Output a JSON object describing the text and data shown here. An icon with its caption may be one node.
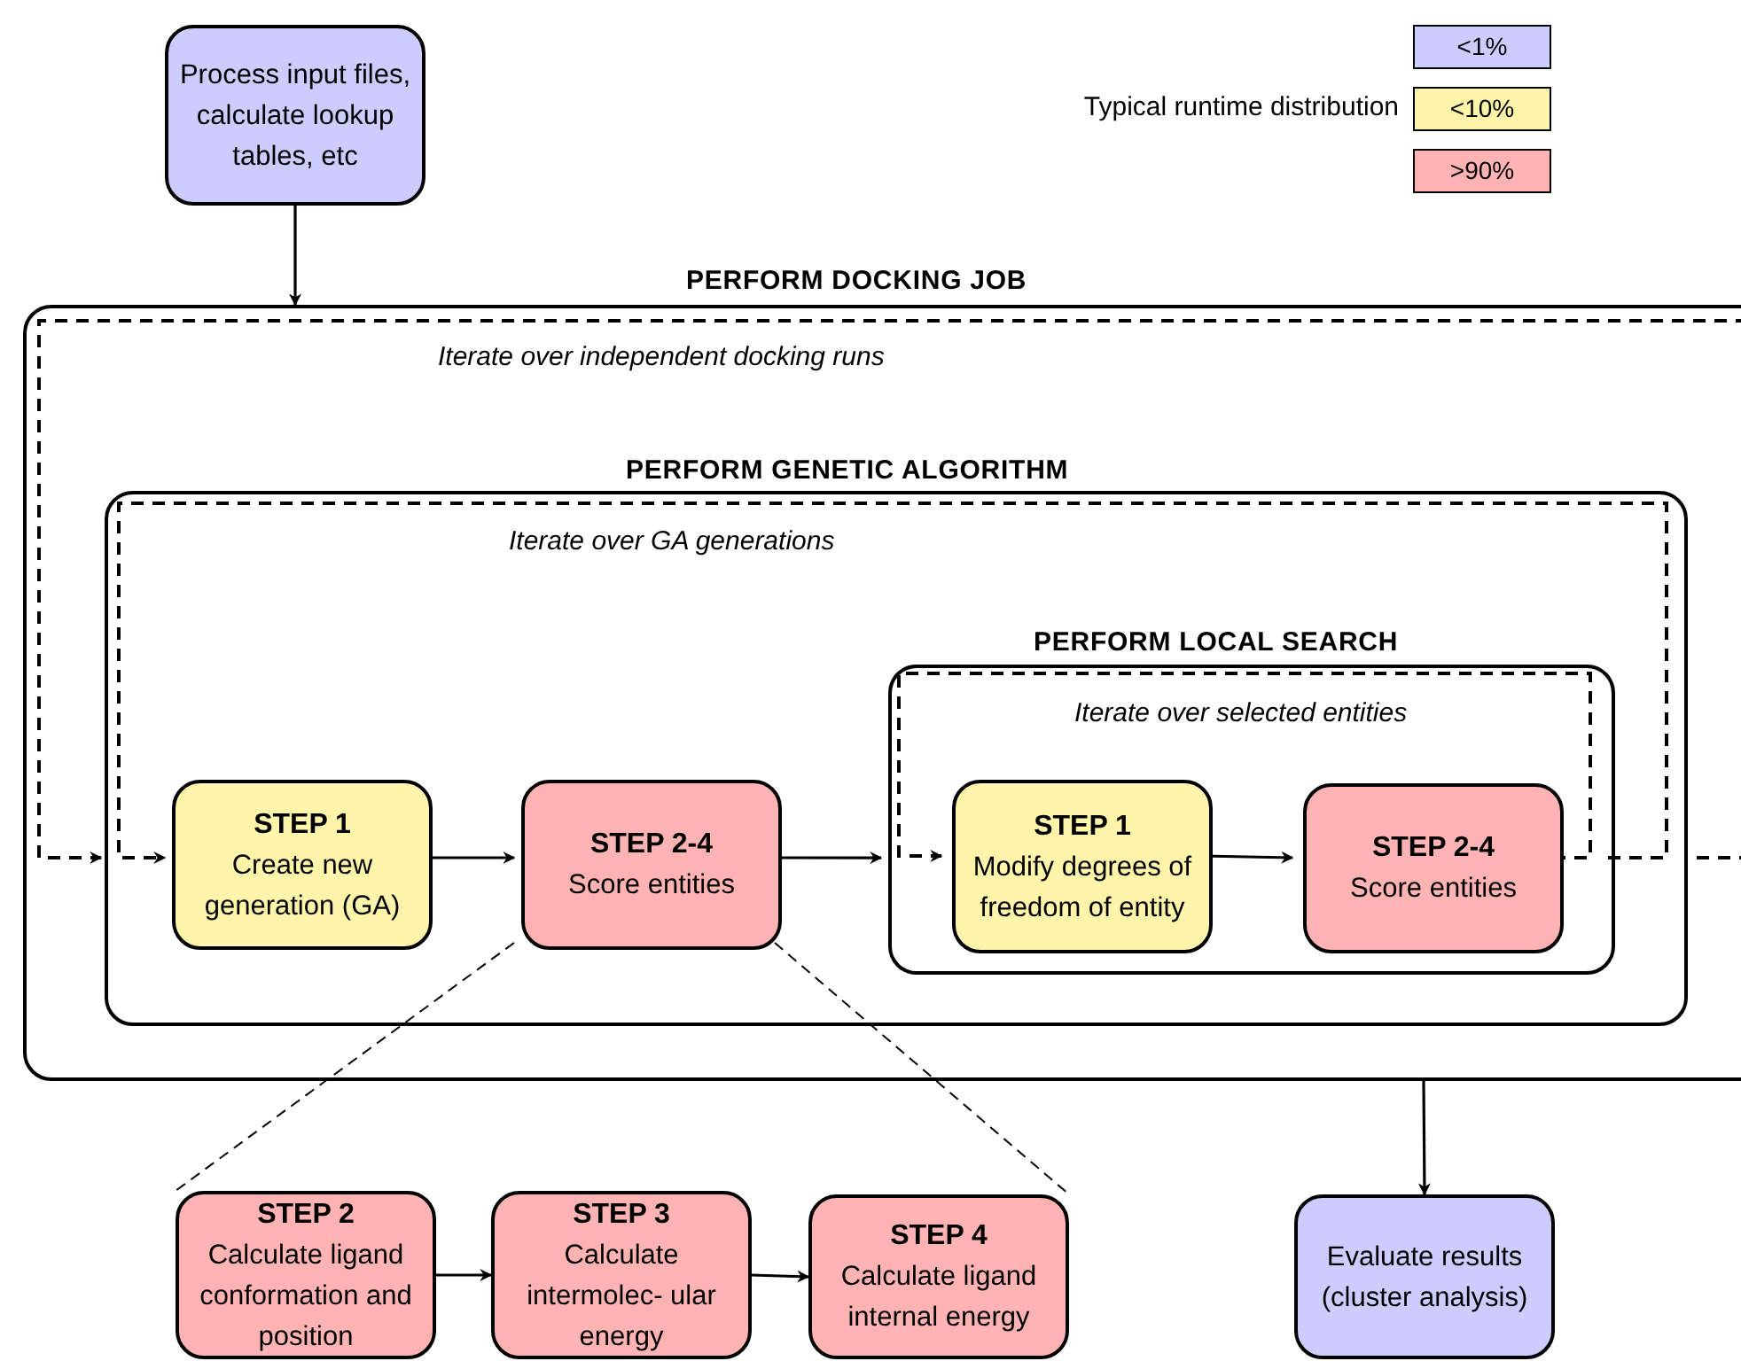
{
  "diagram": {
    "nodes": [
      {
        "text": [
          "Process input files, calculate lookup tables, etc"
        ]
      },
      {
        "text": [
          "PERFORM DOCKING JOB",
          "Iterate over independent docking runs"
        ]
      },
      {
        "text": [
          "PERFORM GENETIC ALGORITHM",
          "Iterate over GA generations"
        ],
        "in": 1
      },
      {
        "text": [
          "STEP 1",
          "Create new generation (GA)"
        ],
        "in": 2
      },
      {
        "text": [
          "STEP 2-4",
          "Score entities"
        ],
        "in": 2
      },
      {
        "text": [
          "PERFORM LOCAL SEARCH",
          "Iterate over selected entities"
        ],
        "in": 2
      },
      {
        "text": [
          "STEP 1",
          "Modify degrees of freedom of entity"
        ],
        "in": 5
      },
      {
        "text": [
          "STEP 2-4",
          "Score entities"
        ],
        "in": 5
      },
      {
        "text": [
          "STEP 2",
          "Calculate ligand conformation and position"
        ]
      },
      {
        "text": [
          "STEP 3",
          "Calculate intermolec- ular energy"
        ]
      },
      {
        "text": [
          "STEP 4",
          "Calculate ligand internal energy"
        ]
      },
      {
        "text": [
          "Evaluate results (cluster analysis)"
        ]
      }
    ],
    "edges": [
      {
        "from": 0,
        "to": 1,
        "arrow": "to"
      },
      {
        "from": 3,
        "to": 4,
        "arrow": "to"
      },
      {
        "from": 4,
        "to": 5,
        "arrow": "to"
      },
      {
        "from": 6,
        "to": 7,
        "arrow": "to"
      },
      {
        "from": 8,
        "to": 9,
        "arrow": "to"
      },
      {
        "from": 9,
        "to": 10,
        "arrow": "to"
      },
      {
        "from": 1,
        "to": 11,
        "arrow": "to"
      },
      {
        "from": 7,
        "to": 6,
        "arrow": "to",
        "style": "dashed"
      },
      {
        "from": 5,
        "to": 3,
        "arrow": "to",
        "style": "dashed"
      },
      {
        "from": null,
        "to": 2,
        "arrow": "to",
        "style": "dashed"
      },
      {
        "from": 4,
        "to": 8,
        "arrow": "none",
        "style": "dashed"
      },
      {
        "from": 4,
        "to": 10,
        "arrow": "none",
        "style": "dashed"
      }
    ],
    "labels": [
      "Typical runtime distribution"
    ],
    "legend": [
      {
        "text": "<1%",
        "color": "#ccccff"
      },
      {
        "text": "<10%",
        "color": "#fff5aa"
      },
      {
        "text": ">90%",
        "color": "#ffb3b3"
      }
    ]
  }
}
